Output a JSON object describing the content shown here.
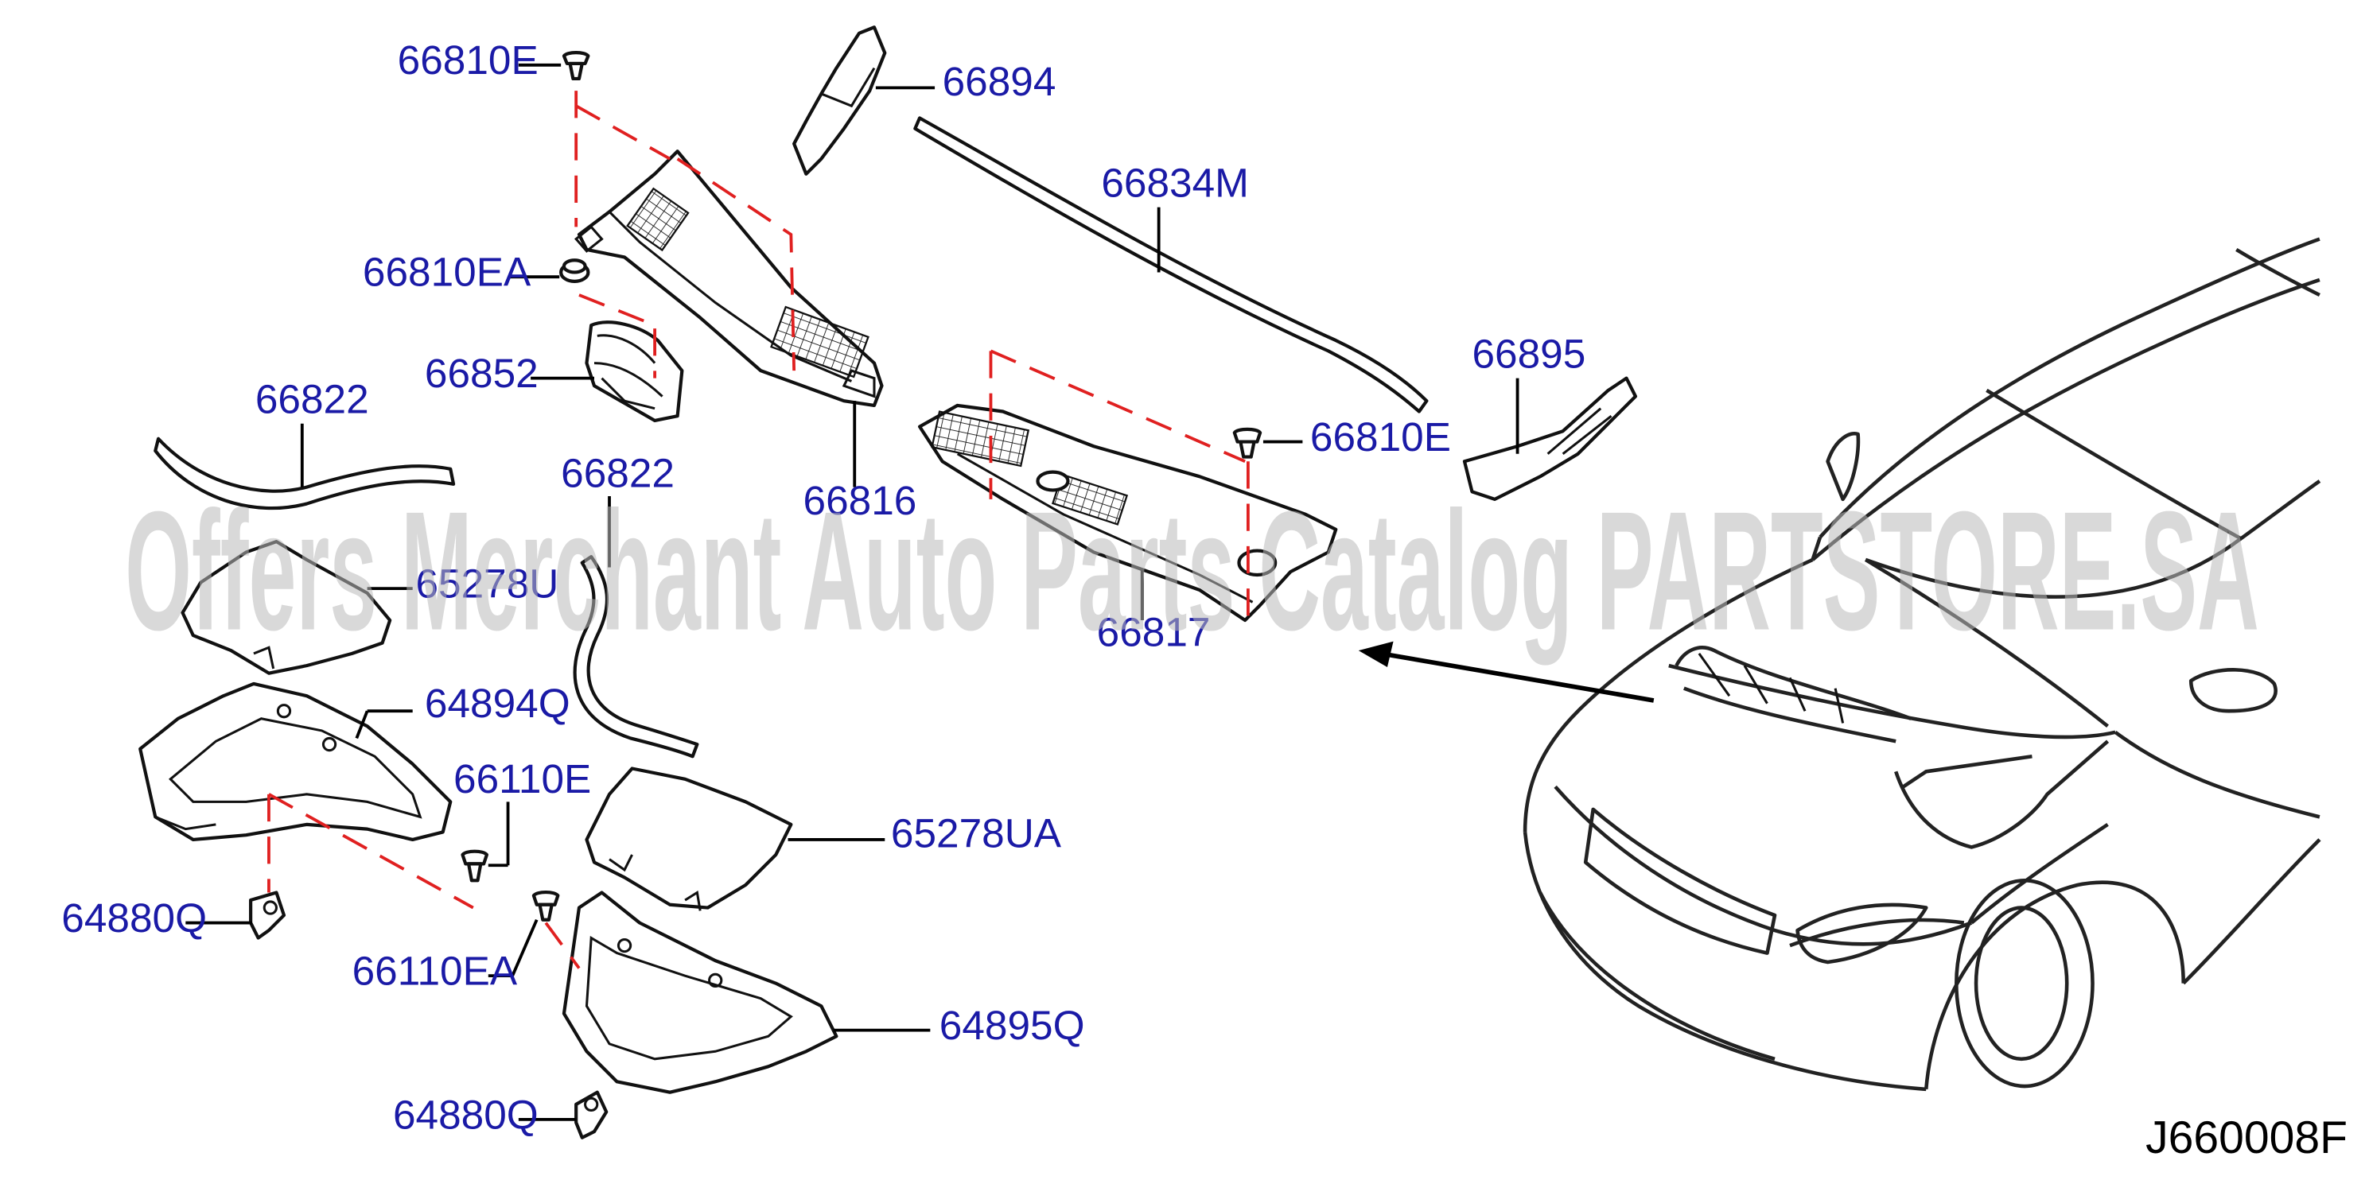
{
  "diagram": {
    "code": "J660008F",
    "watermark": "Offers Merchant Auto Parts Catalog PARTSTORE.SA",
    "labels": {
      "p66810E_top": "66810E",
      "p66894": "66894",
      "p66834M": "66834M",
      "p66810EA": "66810EA",
      "p66852": "66852",
      "p66895": "66895",
      "p66822_left": "66822",
      "p66810E_mid": "66810E",
      "p66816": "66816",
      "p66822_mid": "66822",
      "p65278U": "65278U",
      "p66817": "66817",
      "p64894Q": "64894Q",
      "p66110E": "66110E",
      "p65278UA": "65278UA",
      "p64880Q_left": "64880Q",
      "p66110EA": "66110EA",
      "p64895Q": "64895Q",
      "p64880Q_bottom": "64880Q"
    }
  }
}
